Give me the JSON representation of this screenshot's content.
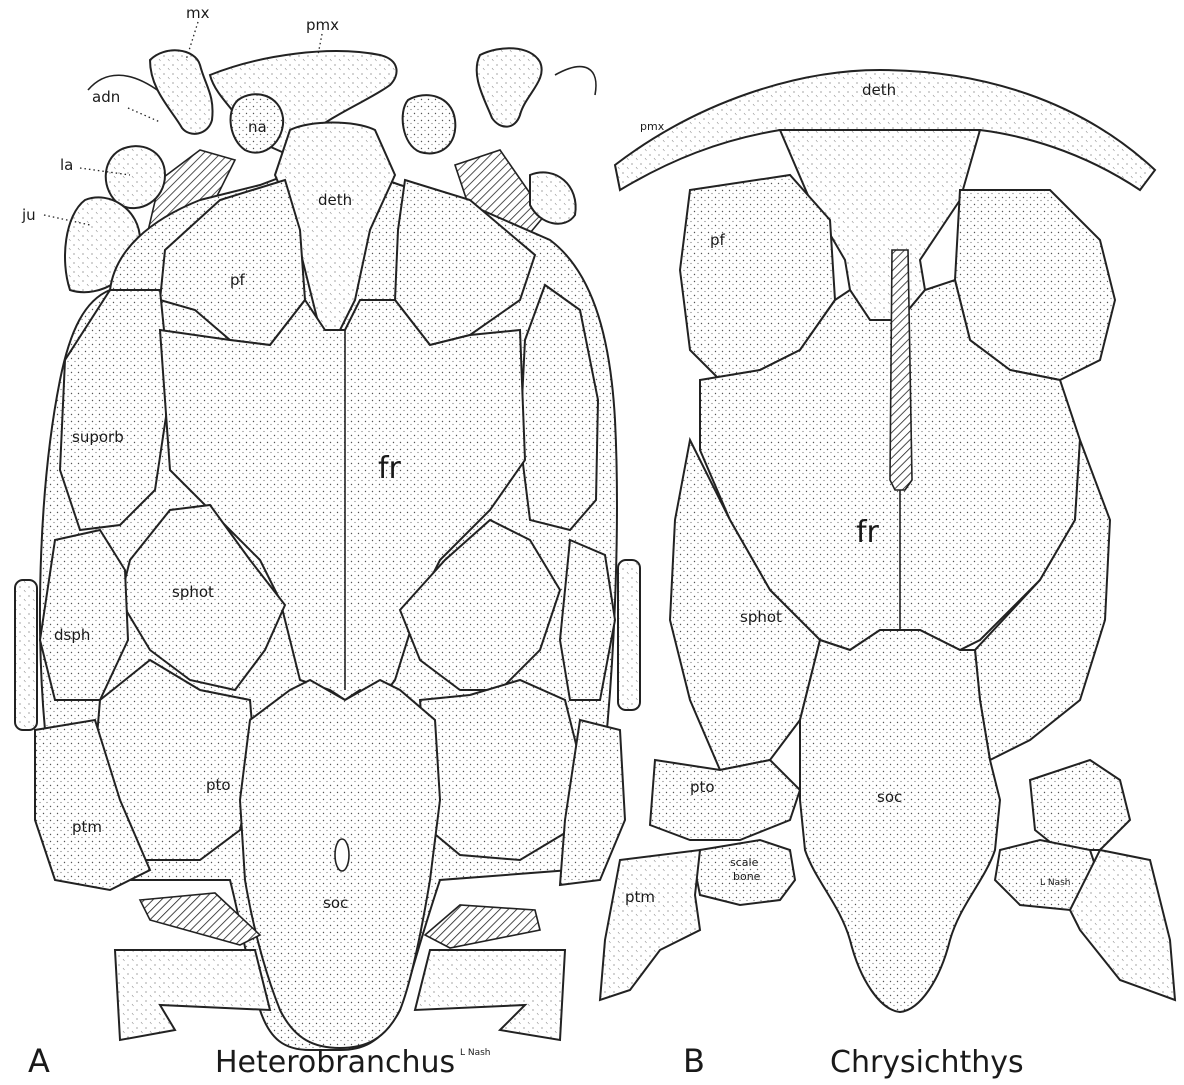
{
  "figure": {
    "panelA": {
      "letter": "A",
      "taxon": "Heterobranchus",
      "labels": {
        "mx": "mx",
        "pmx": "pmx",
        "adn": "adn",
        "na": "na",
        "la": "la",
        "ju": "ju",
        "deth": "deth",
        "pf": "pf",
        "suporb": "suporb",
        "fr": "fr",
        "sphot": "sphot",
        "dsph": "dsph",
        "pto": "pto",
        "ptm": "ptm",
        "soc": "soc"
      },
      "signature": "L Nash"
    },
    "panelB": {
      "letter": "B",
      "taxon": "Chrysichthys",
      "labels": {
        "deth": "deth",
        "pmx": "pmx",
        "pf": "pf",
        "fr": "fr",
        "sphot": "sphot",
        "pto": "pto",
        "scale1": "scale",
        "scale2": "bone",
        "soc": "soc",
        "ptm": "ptm"
      },
      "signature": "L Nash"
    }
  }
}
